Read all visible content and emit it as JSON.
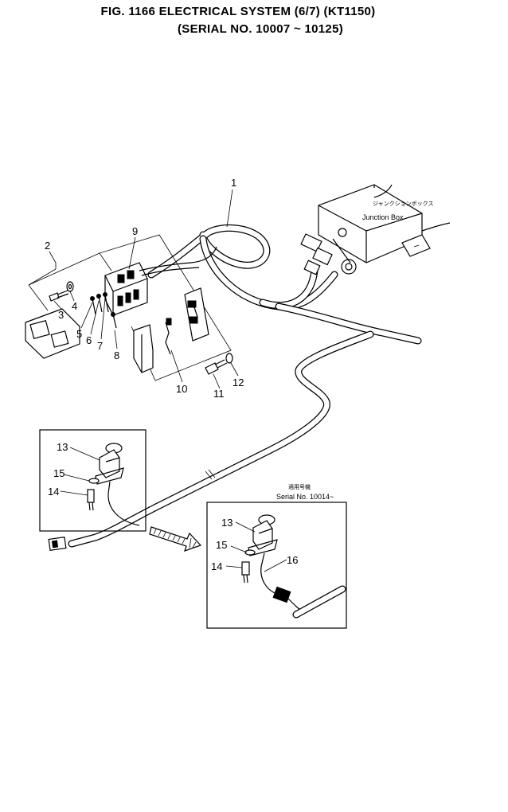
{
  "header": {
    "line1": "FIG. 1166   ELECTRICAL SYSTEM (6/7) (KT1150)",
    "line2": "(SERIAL NO. 10007 ~ 10125)"
  },
  "junction_box": {
    "label_jp": "ジャンクションボックス",
    "label_en": "Junction  Box"
  },
  "inset_right": {
    "label_jp": "適用号機",
    "serial": "Serial No. 10014~"
  },
  "callouts": {
    "c1": "1",
    "c2": "2",
    "c3": "3",
    "c4": "4",
    "c5": "5",
    "c6": "6",
    "c7": "7",
    "c8": "8",
    "c9": "9",
    "c10": "10",
    "c11": "11",
    "c12": "12",
    "inset_left": {
      "c13": "13",
      "c14": "14",
      "c15": "15"
    },
    "inset_right": {
      "c13": "13",
      "c14": "14",
      "c15": "15",
      "c16": "16"
    }
  }
}
